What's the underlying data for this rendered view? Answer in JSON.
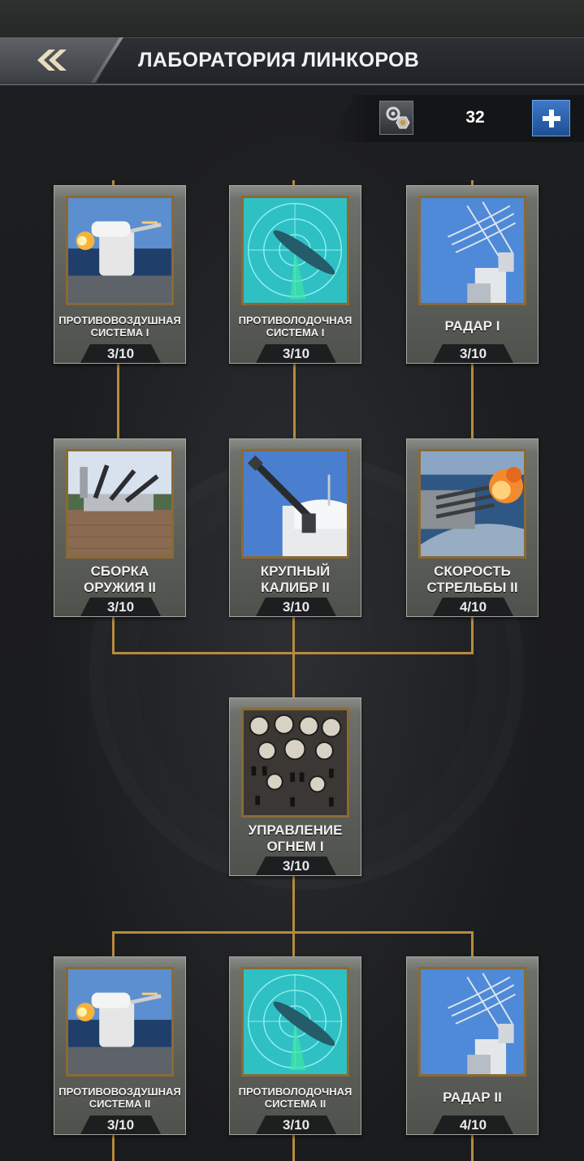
{
  "header": {
    "title": "ЛАБОРАТОРИЯ ЛИНКОРОВ",
    "back_icon": "double-chevron-left-icon"
  },
  "resources": {
    "icon": "nuts-bolts-icon",
    "count": "32",
    "add_icon": "plus-icon"
  },
  "colors": {
    "connector": "#b68b3c",
    "frame": "#8a6a34",
    "plus_button": "#2f66b3"
  },
  "tree": {
    "row1": [
      {
        "label": "ПРОТИВОВОЗДУШНАЯ\nСИСТЕМА I",
        "level": "3/10",
        "image": "ciws-photo"
      },
      {
        "label": "ПРОТИВОЛОДОЧНАЯ\nСИСТЕМА I",
        "level": "3/10",
        "image": "sonar-photo"
      },
      {
        "label": "РАДАР I",
        "level": "3/10",
        "image": "radar-photo"
      }
    ],
    "row2": [
      {
        "label": "СБОРКА\nОРУЖИЯ II",
        "level": "3/10",
        "image": "turret-photo"
      },
      {
        "label": "КРУПНЫЙ\nКАЛИБР II",
        "level": "3/10",
        "image": "big-gun-photo"
      },
      {
        "label": "СКОРОСТЬ\nСТРЕЛЬБЫ II",
        "level": "4/10",
        "image": "firing-photo"
      }
    ],
    "row3": [
      {
        "label": "УПРАВЛЕНИЕ\nОГНЕМ I",
        "level": "3/10",
        "image": "control-panel-photo"
      }
    ],
    "row4": [
      {
        "label": "ПРОТИВОВОЗДУШНАЯ\nСИСТЕМА II",
        "level": "3/10",
        "image": "ciws-photo"
      },
      {
        "label": "ПРОТИВОЛОДОЧНАЯ\nСИСТЕМА II",
        "level": "3/10",
        "image": "sonar-photo"
      },
      {
        "label": "РАДАР II",
        "level": "4/10",
        "image": "radar-photo"
      }
    ]
  }
}
